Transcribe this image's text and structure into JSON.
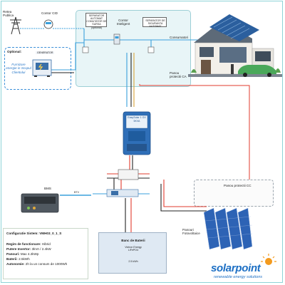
{
  "labels": {
    "grid": "Retea\nPublica",
    "meter": "Contor CID",
    "switch_left": "SEPARATOR AUTOMAT\nCOMUTATOR DE SURSA\n(optional)",
    "smart_meter": "Contor\nInteligent",
    "switch_right": "SEPARATOR DE\nSIGURANTA AUTOMAT",
    "consumers": "Consumatori",
    "panel_ca": "Panou\nprotectii CA",
    "optional": "Optional:",
    "generator": "GENERATOR",
    "generator_note": "Furnizare\nenergie in Scopul\nClientului",
    "inverter_brand": "EasySolar 1 GX",
    "inverter_power": "5KVA",
    "bms": "BMS",
    "ve_bus": "BTV",
    "panel_cc": "Panou protectii CC",
    "pv": "Panouri\nFotovoltaice",
    "battery_title": "Banc de Baterii",
    "battery_model": "Victron Energy\nLiFePO4",
    "battery_capacity": "2.5 kWh"
  },
  "config": {
    "title": "Configuratie Sistem: VMH03_0_1_S",
    "lines": [
      {
        "key": "Regim de functionare:",
        "val": "Hibrid"
      },
      {
        "key": "Putere Invertor:",
        "val": "3kVA / 2.4kW"
      },
      {
        "key": "Panouri:",
        "val": "Max 4.2kWp"
      },
      {
        "key": "Baterii:",
        "val": "2.5kWh"
      },
      {
        "key": "Autonomie:",
        "val": "2h la un consum de 1000Wh"
      }
    ]
  },
  "logo": {
    "brand": "solarpoint",
    "tagline": "renewable energy solutions"
  },
  "colors": {
    "ac_line": "#3aa0dc",
    "dc_pos": "#e23b2e",
    "dc_neg": "#222222",
    "earth": "#d8a23a",
    "brand_blue": "#1c6fc4",
    "brand_orange": "#f39a1e"
  }
}
